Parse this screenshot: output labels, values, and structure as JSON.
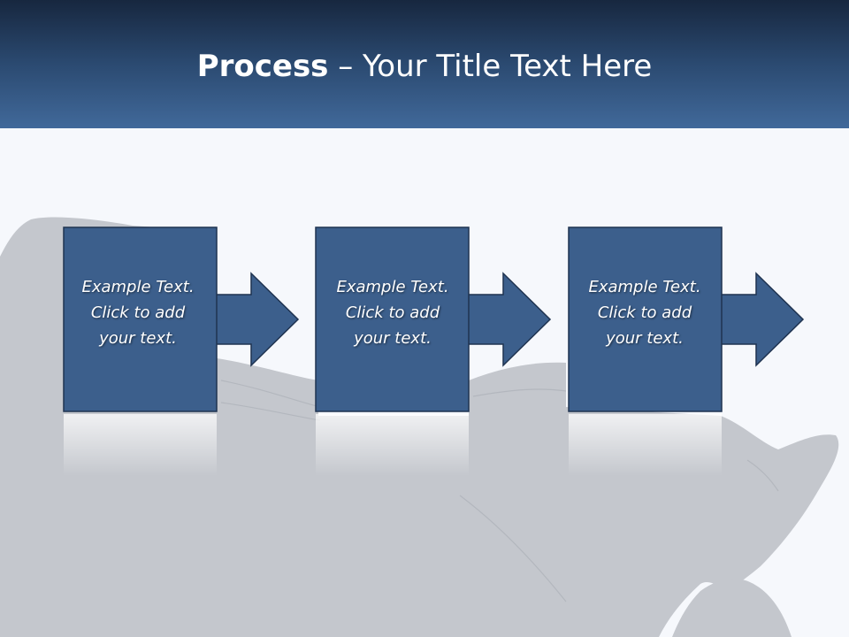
{
  "slide": {
    "title_bold": "Process",
    "title_rest": " – Your Title Text Here"
  },
  "colors": {
    "header_dark": "#17273f",
    "header_light": "#41699a",
    "box_fill": "#3c5f8c",
    "box_stroke": "#1f3350",
    "background": "#f6f8fc",
    "silhouette": "#c4c7cd"
  },
  "steps": [
    {
      "line1": "Example Text.",
      "line2": "Click  to add",
      "line3": "your text."
    },
    {
      "line1": "Example Text.",
      "line2": "Click  to add",
      "line3": "your text."
    },
    {
      "line1": "Example Text.",
      "line2": "Click  to add",
      "line3": "your text."
    }
  ]
}
